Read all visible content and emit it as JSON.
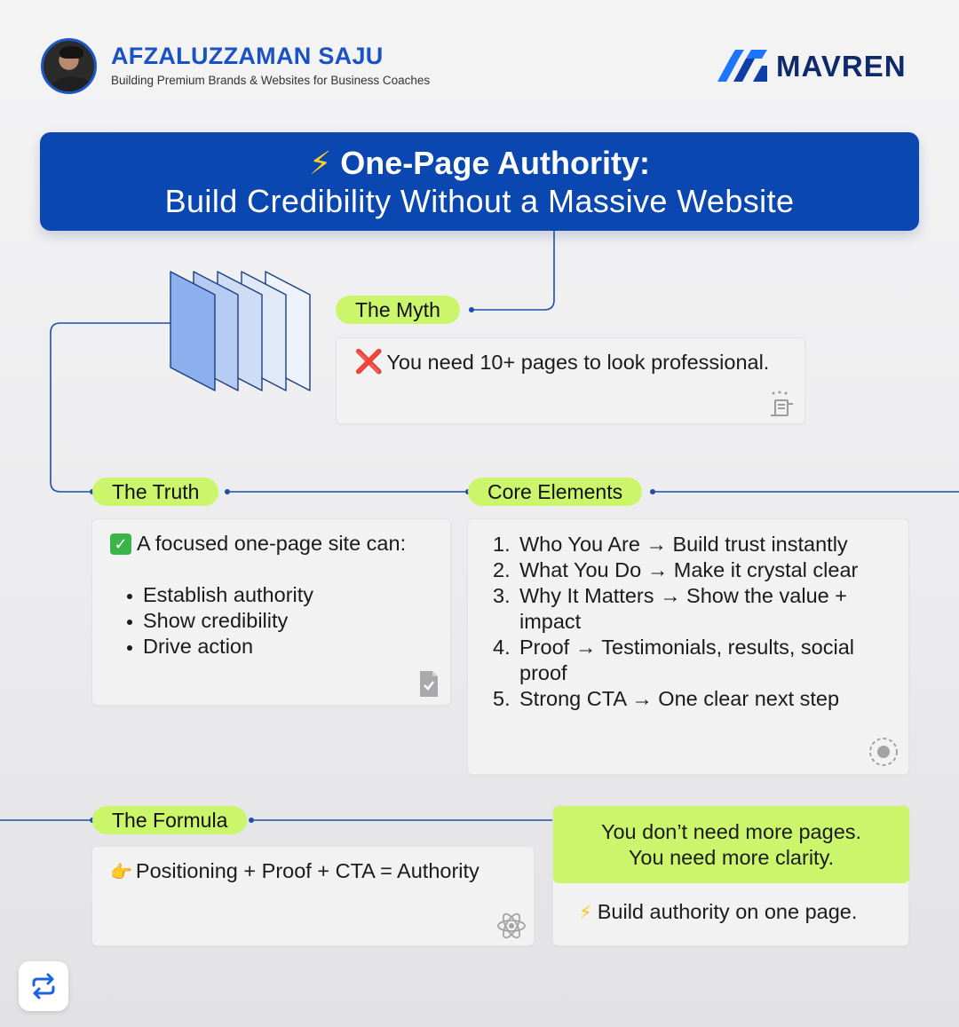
{
  "header": {
    "author_name": "AFZALUZZAMAN SAJU",
    "author_tagline": "Building Premium Brands & Websites for Business Coaches",
    "brand_name": "MAVREN"
  },
  "banner": {
    "icon": "⚡",
    "title": "One-Page Authority:",
    "subtitle": "Build Credibility Without a Massive Website"
  },
  "myth": {
    "label": "The Myth",
    "icon": "❌",
    "text": "You need 10+ pages to look professional."
  },
  "truth": {
    "label": "The Truth",
    "icon": "✅",
    "lead": "A focused one-page site can:",
    "bullets": [
      "Establish authority",
      "Show credibility",
      "Drive action"
    ]
  },
  "core": {
    "label": "Core Elements",
    "items": [
      {
        "num": "1.",
        "lines": [
          "Who You Are → Build trust instantly"
        ]
      },
      {
        "num": "2.",
        "lines": [
          "What You Do → Make it crystal clear"
        ]
      },
      {
        "num": "3.",
        "lines": [
          "Why It Matters → Show the value +",
          "impact"
        ]
      },
      {
        "num": "4.",
        "lines": [
          "Proof → Testimonials, results, social",
          "proof"
        ]
      },
      {
        "num": "5.",
        "lines": [
          "Strong CTA → One clear next step"
        ]
      }
    ]
  },
  "formula": {
    "label": "The Formula",
    "icon": "👉",
    "text": "Positioning + Proof + CTA = Authority"
  },
  "callout": {
    "line1": "You don’t need more pages.",
    "line2": "You need more clarity.",
    "icon": "⚡",
    "footer": "Build authority on one page."
  },
  "colors": {
    "brand_blue": "#0b47b0",
    "accent_green": "#cbf56b",
    "connector": "#1d4fa8"
  },
  "icons": {
    "myth_corner": "sparkle-document-icon",
    "truth_corner": "check-document-icon",
    "core_corner": "target-icon",
    "formula_corner": "atom-icon",
    "bottom_left": "repeat-icon"
  }
}
